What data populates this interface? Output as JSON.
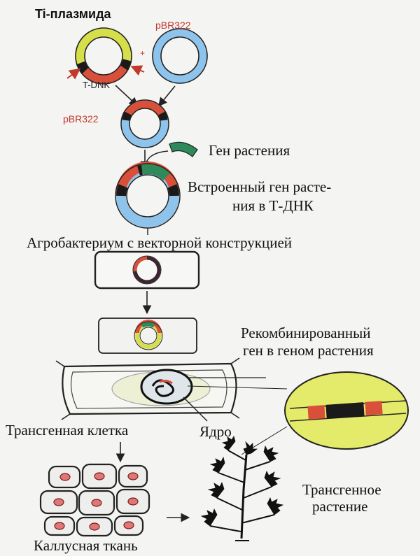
{
  "labels": {
    "ti_plasmid": "Ti-плазмида",
    "pbr322_top": "pBR322",
    "t_dnk": "T-DNK",
    "pbr322_mid": "pBR322",
    "plant_gene": "Ген растения",
    "inserted_line1": "Встроенный ген расте-",
    "inserted_line2": "ния в Т-ДНК",
    "agrobacterium": "Агробактериум с векторной конструкцией",
    "recomb_line1": "Рекомбинированный",
    "recomb_line2": "ген в геном растения",
    "transgenic_cell": "Трансгенная клетка",
    "nucleus": "Ядро",
    "transgenic_plant_line1": "Трансгенное",
    "transgenic_plant_line2": "растение",
    "callus": "Каллусная ткань"
  },
  "colors": {
    "ti_plasmid_ring": "#d6df4a",
    "pbr322_ring": "#8ec4ec",
    "t_dna_segment": "#d9503a",
    "plant_gene": "#2e8a5a",
    "marker_black": "#1a1a1a",
    "pbr322_label": "#c0392b",
    "cell_wall": "#222222",
    "chromosome_disc": "#e4ea6a"
  }
}
